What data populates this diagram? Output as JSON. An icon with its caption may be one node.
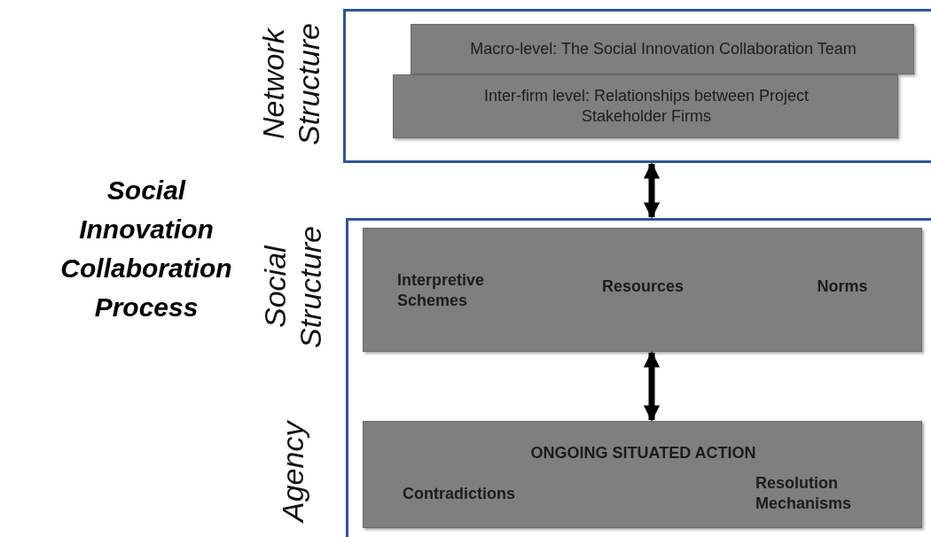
{
  "diagram": {
    "title": "Social Innovation Collaboration Process",
    "nodes": [
      {
        "text": [
          "Network Structure"
        ]
      },
      {
        "text": [
          "Macro-level:  The Social Innovation Collaboration Team"
        ],
        "in": 0
      },
      {
        "text": [
          "Inter-firm level:  Relationships between Project Stakeholder Firms"
        ],
        "in": 0
      },
      {
        "text": [],
        "shape": "box"
      },
      {
        "text": [
          "Interpretive Schemes",
          "Resources",
          "Norms"
        ],
        "in": 3,
        "beside": [
          "Social Structure"
        ]
      },
      {
        "text": [
          "ONGOING SITUATED ACTION",
          "Contradictions",
          "Resolution Mechanisms"
        ],
        "in": 3,
        "beside": [
          "Agency"
        ]
      }
    ],
    "edges": [
      {
        "from": 0,
        "to": 3,
        "arrow": "both"
      },
      {
        "from": 4,
        "to": 5,
        "arrow": "both"
      }
    ]
  }
}
